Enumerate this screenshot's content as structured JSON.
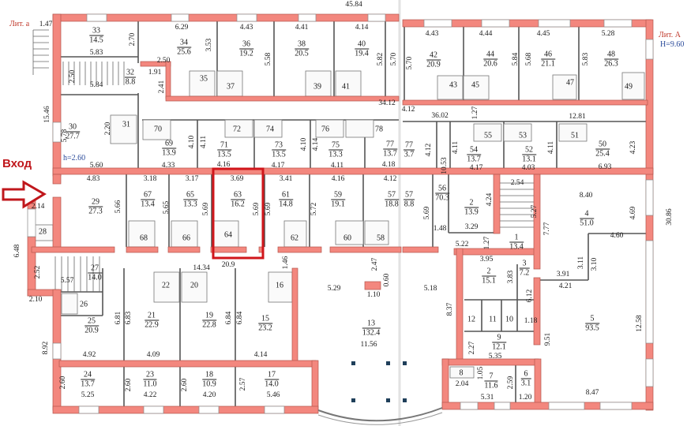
{
  "title": "Поэтажный план",
  "labels": {
    "entry": "Вход",
    "lit_small": "Лит. а",
    "lit_big": "Лит. А",
    "building_height": "H=9.60",
    "ceiling_height": "h=2.60"
  },
  "colors": {
    "wall": "#f3877e",
    "wall_edge": "#b4554d",
    "highlight": "#d0161b",
    "arrow": "#c0171c",
    "column": "#1f3f5a"
  },
  "highlighted_room": "63",
  "rooms": [
    {
      "number": "33",
      "area": "14.5"
    },
    {
      "number": "34",
      "area": "25.6"
    },
    {
      "number": "36",
      "area": "19.2"
    },
    {
      "number": "38",
      "area": "20.5"
    },
    {
      "number": "40",
      "area": "19.4"
    },
    {
      "number": "42",
      "area": "20.9"
    },
    {
      "number": "44",
      "area": "20.6"
    },
    {
      "number": "46",
      "area": "21.1"
    },
    {
      "number": "48",
      "area": "26.3"
    },
    {
      "number": "32",
      "area": "8.8"
    },
    {
      "number": "35"
    },
    {
      "number": "37"
    },
    {
      "number": "39"
    },
    {
      "number": "41"
    },
    {
      "number": "43"
    },
    {
      "number": "45"
    },
    {
      "number": "47"
    },
    {
      "number": "49"
    },
    {
      "number": "30",
      "area": "27.7"
    },
    {
      "number": "31"
    },
    {
      "number": "70"
    },
    {
      "number": "72"
    },
    {
      "number": "74"
    },
    {
      "number": "76"
    },
    {
      "number": "78"
    },
    {
      "number": "69",
      "area": "13.9"
    },
    {
      "number": "71",
      "area": "13.5"
    },
    {
      "number": "73",
      "area": "13.5"
    },
    {
      "number": "75",
      "area": "13.3"
    },
    {
      "number": "77",
      "area": "13.7"
    },
    {
      "number": "77",
      "area": "3.7"
    },
    {
      "number": "54",
      "area": "13.7"
    },
    {
      "number": "55"
    },
    {
      "number": "53"
    },
    {
      "number": "51"
    },
    {
      "number": "52",
      "area": "13.1"
    },
    {
      "number": "50",
      "area": "25.4"
    },
    {
      "number": "29",
      "area": "27.3"
    },
    {
      "number": "67",
      "area": "13.4"
    },
    {
      "number": "65",
      "area": "13.3"
    },
    {
      "number": "63",
      "area": "16.2"
    },
    {
      "number": "61",
      "area": "14.8"
    },
    {
      "number": "59",
      "area": "19.1"
    },
    {
      "number": "57",
      "area": "18.8"
    },
    {
      "number": "57",
      "area": "8.8"
    },
    {
      "number": "56",
      "area": "70.3"
    },
    {
      "number": "2",
      "area": "13.9"
    },
    {
      "number": "4",
      "area": "51.0"
    },
    {
      "number": "1",
      "area": "13.4"
    },
    {
      "number": "28"
    },
    {
      "number": "68"
    },
    {
      "number": "66"
    },
    {
      "number": "64"
    },
    {
      "number": "62"
    },
    {
      "number": "60"
    },
    {
      "number": "58"
    },
    {
      "number": "27",
      "area": "14.0"
    },
    {
      "number": "22"
    },
    {
      "number": "20"
    },
    {
      "number": "16"
    },
    {
      "number": "26"
    },
    {
      "number": "2",
      "area": "15.1"
    },
    {
      "number": "3",
      "area": "7.2"
    },
    {
      "number": "13",
      "area": "132.4"
    },
    {
      "number": "25",
      "area": "20.9"
    },
    {
      "number": "21",
      "area": "22.9"
    },
    {
      "number": "19",
      "area": "22.8"
    },
    {
      "number": "15",
      "area": "23.2"
    },
    {
      "number": "12"
    },
    {
      "number": "11"
    },
    {
      "number": "10"
    },
    {
      "number": "9",
      "area": "12.1"
    },
    {
      "number": "5",
      "area": "93.5"
    },
    {
      "number": "24",
      "area": "13.7"
    },
    {
      "number": "23",
      "area": "11.0"
    },
    {
      "number": "18",
      "area": "10.9"
    },
    {
      "number": "17",
      "area": "14.0"
    },
    {
      "number": "8"
    },
    {
      "number": "7",
      "area": "11.6"
    },
    {
      "number": "6",
      "area": "3.1"
    }
  ],
  "dimensions": [
    "45.84",
    "1.47",
    "6.29",
    "4.43",
    "4.41",
    "4.14",
    "4.43",
    "4.44",
    "4.45",
    "5.28",
    "2.70",
    "5.83",
    "3.53",
    "5.58",
    "5.82",
    "5.70",
    "5.70",
    "5.84",
    "5.68",
    "5.83",
    "2.50",
    "1.91",
    "2.41",
    "2.50",
    "5.84",
    "15.46",
    "5.78",
    "2.20",
    "5.60",
    "4.10",
    "4.11",
    "4.10",
    "4.14",
    "34.12",
    "4.12",
    "36.02",
    "1.27",
    "12.81",
    "4.12",
    "10.53",
    "4.11",
    "4.11",
    "4.23",
    "4.33",
    "4.16",
    "4.17",
    "4.11",
    "4.18",
    "4.17",
    "4.03",
    "6.93",
    "4.83",
    "3.18",
    "3.17",
    "3.69",
    "3.41",
    "4.16",
    "4.12",
    "2.54",
    "8.40",
    "4.69",
    "30.86",
    "5.66",
    "5.65",
    "5.69",
    "5.69",
    "5.69",
    "5.72",
    "5.69",
    "4.24",
    "5.27",
    "7.77",
    "2.14",
    "1.48",
    "3.29",
    "5.22",
    "1.27",
    "4.60",
    "6.48",
    "2.52",
    "5.57",
    "14.34",
    "20.9",
    "1.46",
    "2.47",
    "0.60",
    "1.10",
    "5.29",
    "5.18",
    "3.95",
    "3.83",
    "3.11",
    "3.10",
    "3.91",
    "4.21",
    "6.12",
    "2.10",
    "8.37",
    "1.18",
    "9.51",
    "12.58",
    "2.27",
    "5.35",
    "11.56",
    "8.92",
    "6.81",
    "6.83",
    "6.84",
    "6.84",
    "4.92",
    "4.09",
    "4.14",
    "2.60",
    "2.60",
    "2.60",
    "2.57",
    "5.25",
    "4.22",
    "4.20",
    "5.46",
    "1.05",
    "2.59",
    "2.04",
    "5.31",
    "1.20",
    "8.47"
  ]
}
